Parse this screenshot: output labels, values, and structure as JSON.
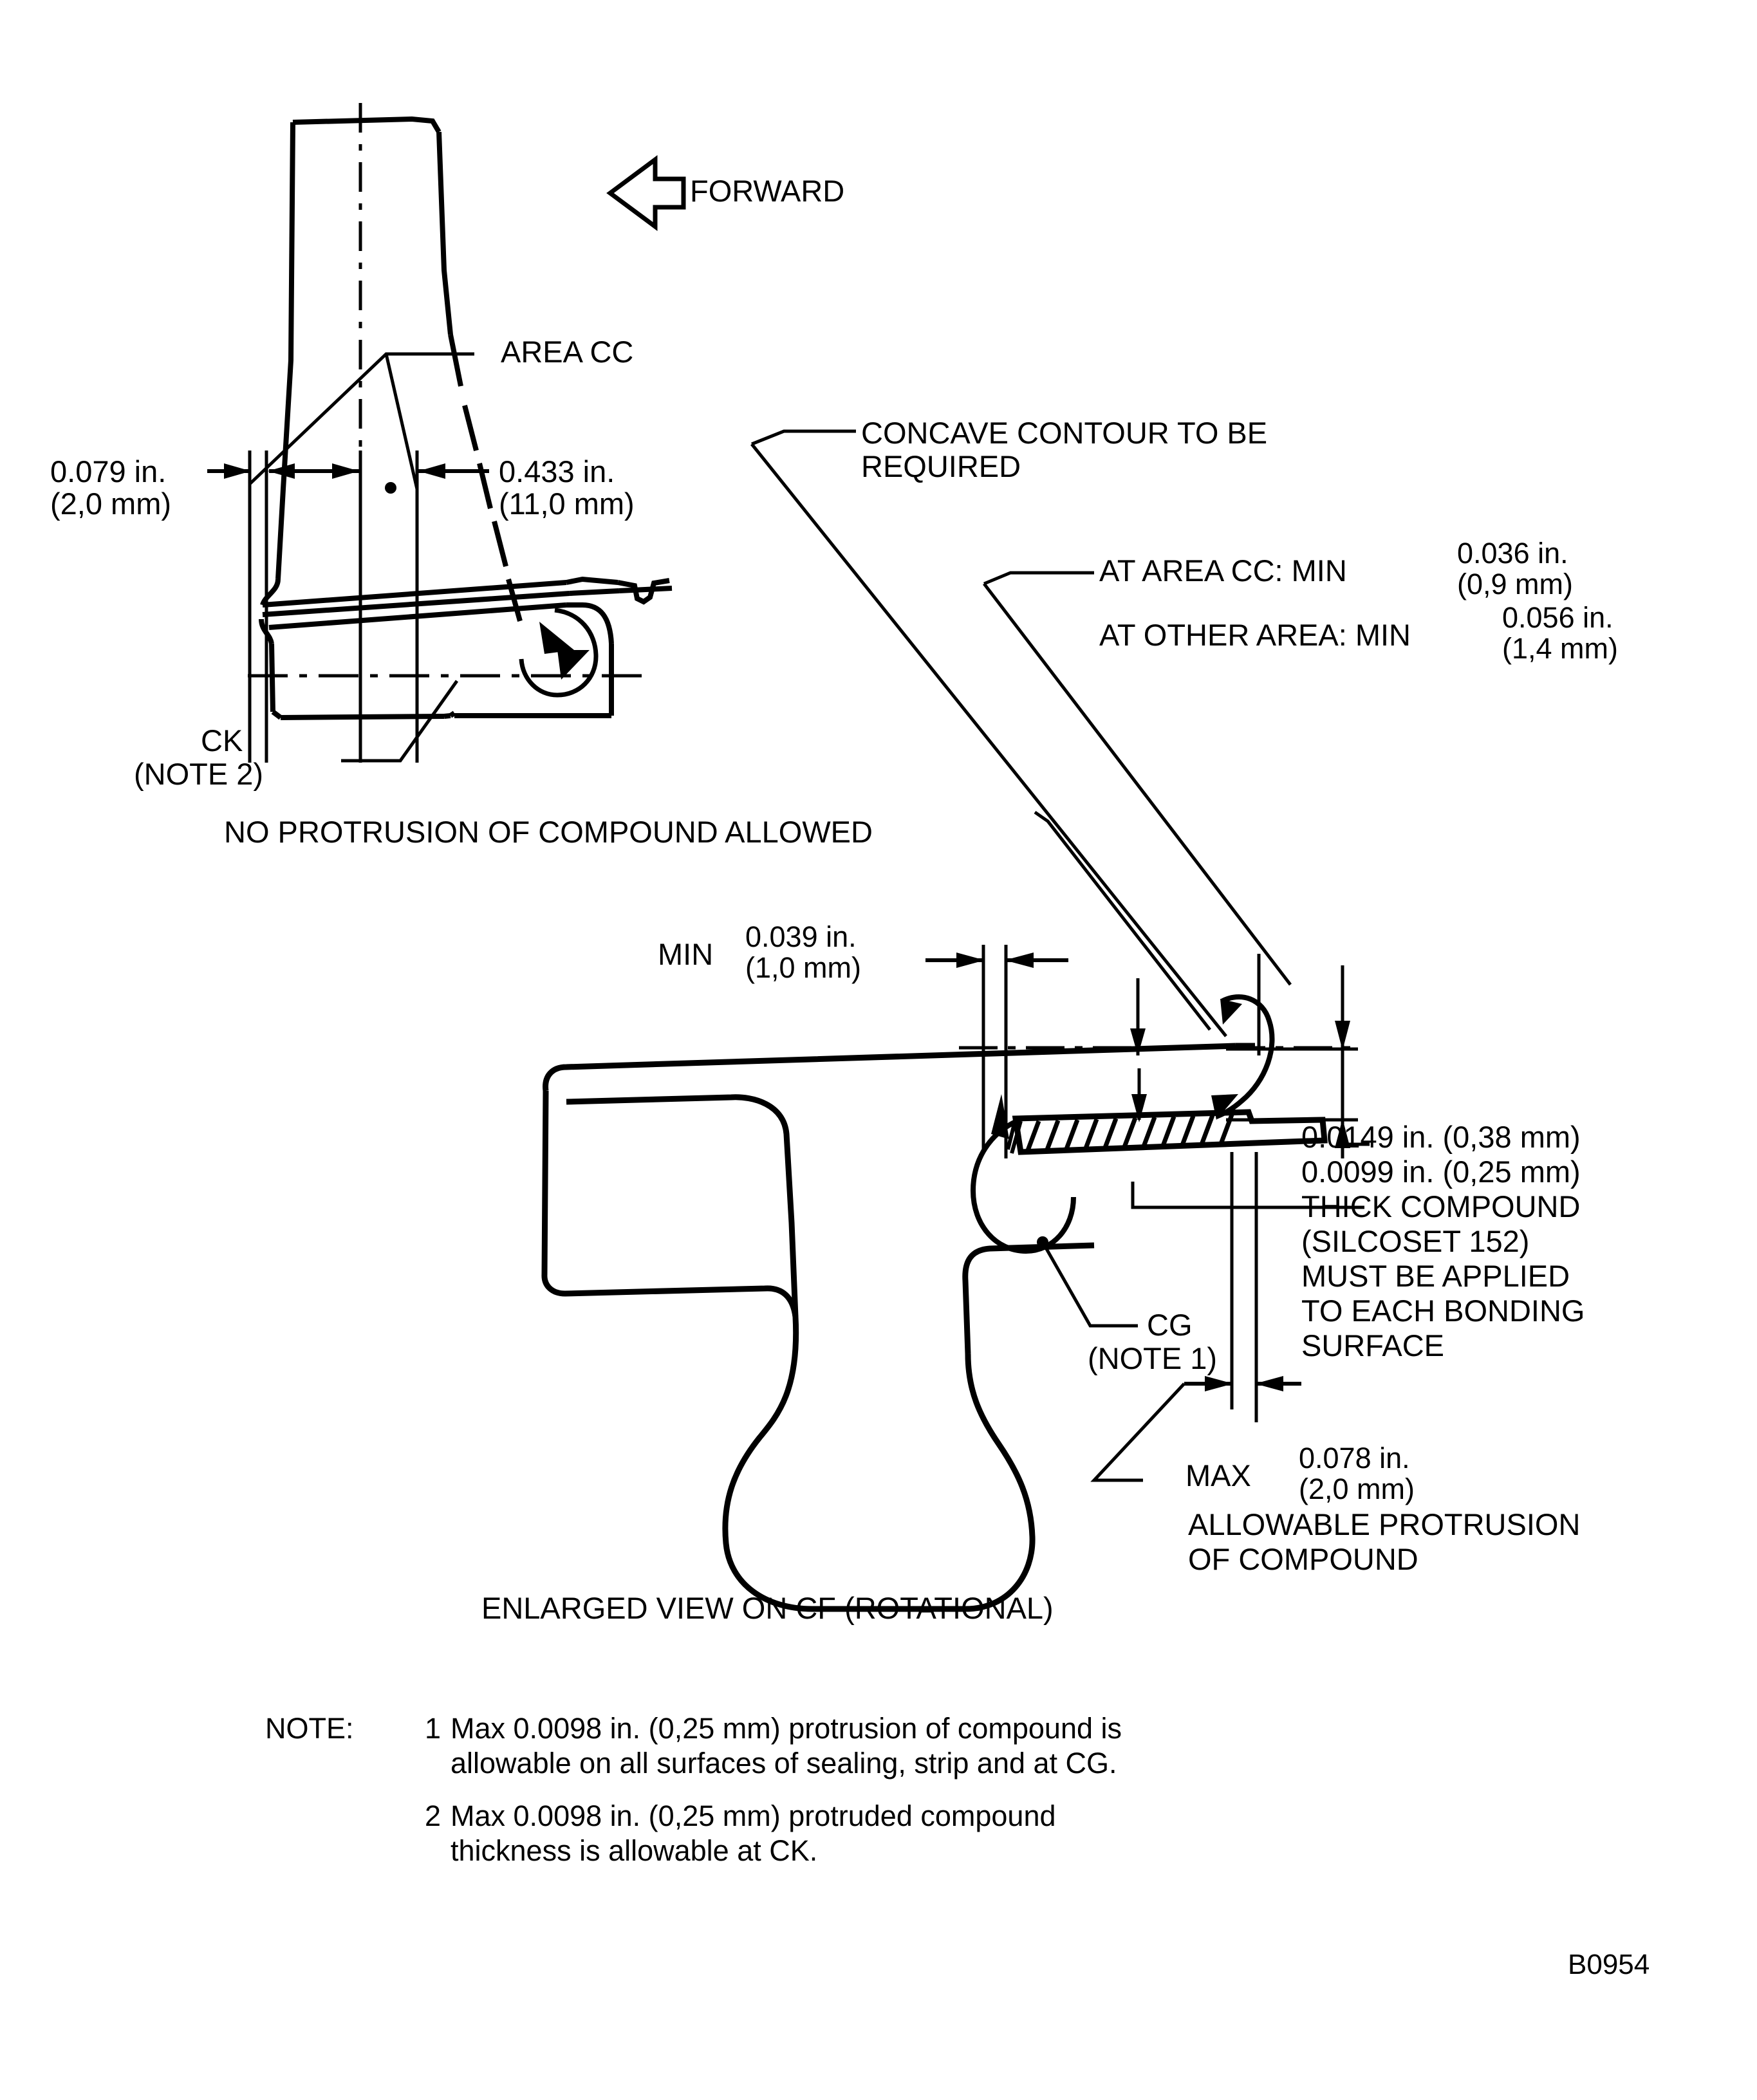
{
  "sheet": {
    "figure_code": "B0954"
  },
  "upper_view": {
    "forward_label": "FORWARD",
    "area_cc_label": "AREA CC",
    "dim_left": {
      "inch": "0.079 in.",
      "mm": "(2,0 mm)"
    },
    "dim_right": {
      "inch": "0.433 in.",
      "mm": "(11,0 mm)"
    },
    "ck_label": "CK",
    "ck_note": "(NOTE 2)"
  },
  "callouts": {
    "concave_line1": "CONCAVE CONTOUR TO BE",
    "concave_line2": "REQUIRED",
    "at_area_cc_label": "AT AREA CC: MIN",
    "at_area_cc_inch": "0.036 in.",
    "at_area_cc_mm": "(0,9 mm)",
    "at_other_area_label": "AT OTHER AREA: MIN",
    "at_other_area_inch": "0.056 in.",
    "at_other_area_mm": "(1,4 mm)",
    "no_protrusion": "NO PROTRUSION OF COMPOUND ALLOWED"
  },
  "enlarged_view": {
    "min_label": "MIN",
    "min_inch": "0.039 in.",
    "min_mm": "(1,0 mm)",
    "cg_label": "CG",
    "cg_note": "(NOTE 1)",
    "thickness_upper": "0.0149 in. (0,38 mm)",
    "thickness_lower": "0.0099 in. (0,25 mm)",
    "compound_line1": "THICK COMPOUND",
    "compound_line2": "(SILCOSET 152)",
    "compound_line3": "MUST BE APPLIED",
    "compound_line4": "TO EACH BONDING",
    "compound_line5": "SURFACE",
    "max_label": "MAX",
    "max_inch": "0.078 in.",
    "max_mm": "(2,0 mm)",
    "max_line1": "ALLOWABLE PROTRUSION",
    "max_line2": "OF COMPOUND",
    "caption": "ENLARGED VIEW ON CF (ROTATIONAL)"
  },
  "notes": {
    "heading": "NOTE:",
    "items": [
      {
        "num": "1",
        "line1": "Max 0.0098 in. (0,25 mm) protrusion of compound is",
        "line2": "allowable on all surfaces of sealing, strip and at CG."
      },
      {
        "num": "2",
        "line1": "Max 0.0098 in. (0,25 mm) protruded compound",
        "line2": "thickness is allowable at CK."
      }
    ]
  }
}
